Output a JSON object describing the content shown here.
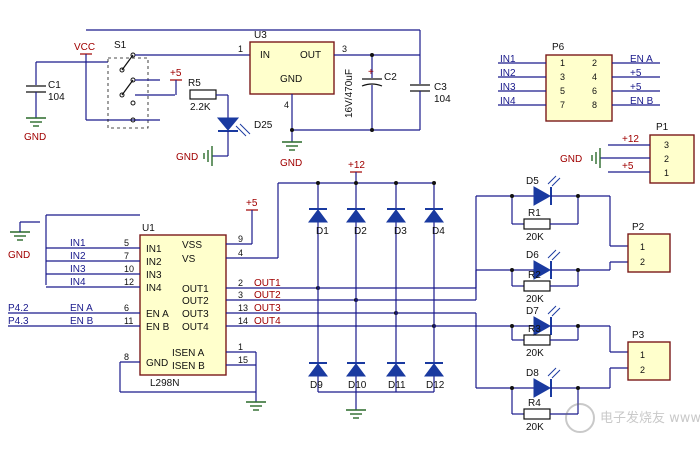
{
  "regulator": {
    "name": "U3",
    "in": "IN",
    "out": "OUT",
    "gnd": "GND",
    "pin_in": "1",
    "pin_out": "3",
    "pin_gnd": "4",
    "c2": "C2",
    "c2_val": "16V/470uF",
    "c3": "C3",
    "c3_val": "104"
  },
  "power_in": {
    "vcc": "VCC",
    "c1": "C1",
    "c1_val": "104",
    "gnd": "GND",
    "switch": "S1",
    "plus5": "+5",
    "r5": "R5",
    "r5_val": "2.2K",
    "led": "D25",
    "gnd2": "GND"
  },
  "header_p6": {
    "name": "P6",
    "left_labels": [
      "IN1",
      "IN2",
      "IN3",
      "IN4"
    ],
    "pins_left": [
      "1",
      "3",
      "5",
      "7"
    ],
    "pins_right": [
      "2",
      "4",
      "6",
      "8"
    ],
    "right_labels": [
      "EN A",
      "+5",
      "+5",
      "EN B"
    ]
  },
  "header_p1": {
    "name": "P1",
    "gnd": "GND",
    "labels": [
      "+12",
      "",
      "+5"
    ],
    "pins": [
      "3",
      "2",
      "1"
    ]
  },
  "driver": {
    "name": "U1",
    "part": "L298N",
    "left_pins": [
      {
        "label": "IN1",
        "num": "5",
        "net": "IN1"
      },
      {
        "label": "IN2",
        "num": "7",
        "net": "IN2"
      },
      {
        "label": "IN3",
        "num": "10",
        "net": "IN3"
      },
      {
        "label": "IN4",
        "num": "12",
        "net": "IN4"
      },
      {
        "label": "EN A",
        "num": "6",
        "net": "EN A",
        "port": "P4.2"
      },
      {
        "label": "EN B",
        "num": "11",
        "net": "EN B",
        "port": "P4.3"
      },
      {
        "label": "GND",
        "num": "8",
        "net": "",
        "port": ""
      }
    ],
    "right_pins": [
      {
        "label": "VSS",
        "num": "9",
        "net": ""
      },
      {
        "label": "VS",
        "num": "4",
        "net": ""
      },
      {
        "label": "OUT1",
        "num": "2",
        "net": "OUT1"
      },
      {
        "label": "OUT2",
        "num": "3",
        "net": "OUT2"
      },
      {
        "label": "OUT3",
        "num": "13",
        "net": "OUT3"
      },
      {
        "label": "OUT4",
        "num": "14",
        "net": "OUT4"
      },
      {
        "label": "ISEN A",
        "num": "1",
        "net": ""
      },
      {
        "label": "ISEN B",
        "num": "15",
        "net": ""
      }
    ],
    "plus5": "+5",
    "gnd": "GND"
  },
  "bridge": {
    "plus12": "+12",
    "top": [
      "D1",
      "D2",
      "D3",
      "D4"
    ],
    "bottom": [
      "D9",
      "D10",
      "D11",
      "D12"
    ]
  },
  "indicators": {
    "leds": [
      "D5",
      "D6",
      "D7",
      "D8"
    ],
    "resistors": [
      "R1",
      "R2",
      "R3",
      "R4"
    ],
    "r_val": "20K"
  },
  "motor_p2": {
    "name": "P2",
    "pins": [
      "1",
      "2"
    ]
  },
  "motor_p3": {
    "name": "P3",
    "pins": [
      "1",
      "2"
    ]
  },
  "watermark": "电子发烧友 www.elecfans.com"
}
